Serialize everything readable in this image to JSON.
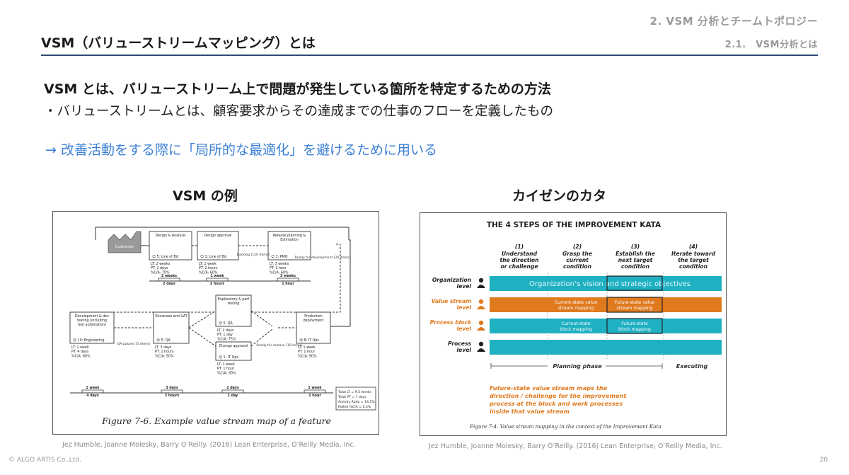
{
  "header": {
    "section": "2. VSM 分析とチームトポロジー",
    "subsection": "2.1.　VSM分析とは",
    "title": "VSM（バリューストリームマッピング）とは"
  },
  "body": {
    "lead": "VSM とは、バリューストリーム上で問題が発生している箇所を特定するための方法",
    "bullet": "・バリューストリームとは、顧客要求からその達成までの仕事のフローを定義したもの",
    "arrow_line": "→ 改善活動をする際に「局所的な最適化」を避けるために用いる"
  },
  "figure_left": {
    "heading": "VSM の例",
    "customer": "Customer",
    "boxes": [
      {
        "title": "Design & Analysis",
        "owner": "5: Line of Biz",
        "metrics": [
          "LT: 2 weeks",
          "PT: 2 days",
          "%C/A: 70%"
        ]
      },
      {
        "title": "Design approval",
        "owner": "1: Line of Biz",
        "metrics": [
          "LT: 1 week",
          "PT: 2 hours",
          "%C/A: 60%"
        ]
      },
      {
        "title": "Release planning & Estimation",
        "owner": "3: PMO",
        "metrics": [
          "LT: 3 weeks",
          "PT: 1 hour",
          "%C/A: 60%"
        ]
      },
      {
        "title": "Development & dev testing (including test automation)",
        "owner": "10: Engineering",
        "metrics": [
          "LT: 1 week",
          "PT: 4 days",
          "%C/A: 80%"
        ]
      },
      {
        "title": "Showcase and UAT",
        "owner": "5: QA",
        "metrics": [
          "LT: 3 days",
          "PT: 2 hours",
          "%C/A: 50%"
        ]
      },
      {
        "title": "Exploratory & perf testing",
        "owner": "5: QA",
        "metrics": [
          "LT: 2 days",
          "PT: 1 day",
          "%C/A: 75%"
        ]
      },
      {
        "title": "Change approval",
        "owner": "1: IT Ops",
        "metrics": [
          "LT: 1 week",
          "PT: 1 hour",
          "%C/A: 90%"
        ]
      },
      {
        "title": "Production deployment",
        "owner": "8: IT Ops",
        "metrics": [
          "LT: 1 week",
          "PT: 1 hour",
          "%C/A: 90%"
        ]
      }
    ],
    "queues": {
      "backlog": "Backlog (120 items)",
      "ready_dev": "Ready for development (20 items)",
      "qa_passed": "QA passed (5 items)",
      "ready_release": "Ready for release (10 items)"
    },
    "timeline_top": [
      {
        "lt": "2 weeks",
        "pt": "2 days"
      },
      {
        "lt": "1 week",
        "pt": "2 hours"
      },
      {
        "lt": "3 weeks",
        "pt": "1 hour"
      }
    ],
    "timeline_bottom": [
      {
        "lt": "1 week",
        "pt": "4 days"
      },
      {
        "lt": "3 days",
        "pt": "2 hours"
      },
      {
        "lt": "2 days",
        "pt": "1 day"
      },
      {
        "lt": "1 week",
        "pt": "1 hour"
      }
    ],
    "totals": [
      "Total LT = 9.5 weeks",
      "Total PT = 7 days",
      "Activity Ratio = 14.5%",
      "Rolled %C/A = 5.4%"
    ],
    "caption": "Figure 7-6. Example value stream map of a feature",
    "credit": "Jez Humble, Joanne Molesky, Barry O’Reilly. (2016) Lean Enterprise, O’Reilly Media, Inc."
  },
  "figure_right": {
    "heading": "カイゼンのカタ",
    "title": "THE 4 STEPS OF THE IMPROVEMENT KATA",
    "steps": [
      {
        "num": "(1)",
        "lines": [
          "Understand",
          "the direction",
          "or challenge"
        ]
      },
      {
        "num": "(2)",
        "lines": [
          "Grasp the",
          "current",
          "condition"
        ]
      },
      {
        "num": "(3)",
        "lines": [
          "Establish the",
          "next target",
          "condition"
        ]
      },
      {
        "num": "(4)",
        "lines": [
          "Iterate toward",
          "the target",
          "condition"
        ]
      }
    ],
    "levels": [
      {
        "label1": "Organization",
        "label2": "level",
        "color": "#222222",
        "bar": "#1fb0c2"
      },
      {
        "label1": "Value stream",
        "label2": "level",
        "color": "#e07a1f",
        "bar": "#e07a1f"
      },
      {
        "label1": "Process block",
        "label2": "level",
        "color": "#e07a1f",
        "bar": "#1fb0c2"
      },
      {
        "label1": "Process",
        "label2": "level",
        "color": "#222222",
        "bar": "#1fb0c2"
      }
    ],
    "org_bar_text": "Organization’s vision and strategic objectives",
    "vs_current": [
      "Current-state value",
      "stream mapping"
    ],
    "vs_future": [
      "Future-state value",
      "stream mapping"
    ],
    "pb_current": [
      "Current-state",
      "block mapping"
    ],
    "pb_future": [
      "Future-state",
      "block mapping"
    ],
    "planning": "Planning phase",
    "executing": "Executing",
    "note": [
      "Future-state value stream maps the",
      "direction / challenge for the improvement",
      "process at the block and work processes",
      "inside that value stream"
    ],
    "caption": "Figure 7-4. Value stream mapping in the context of the Improvement Kata",
    "credit": "Jez Humble, Joanne Molesky, Barry O’Reilly. (2016) Lean Enterprise, O’Reilly Media, Inc."
  },
  "footer": {
    "copyright": "© ALGO ARTIS Co.,Ltd.",
    "page": "20"
  }
}
